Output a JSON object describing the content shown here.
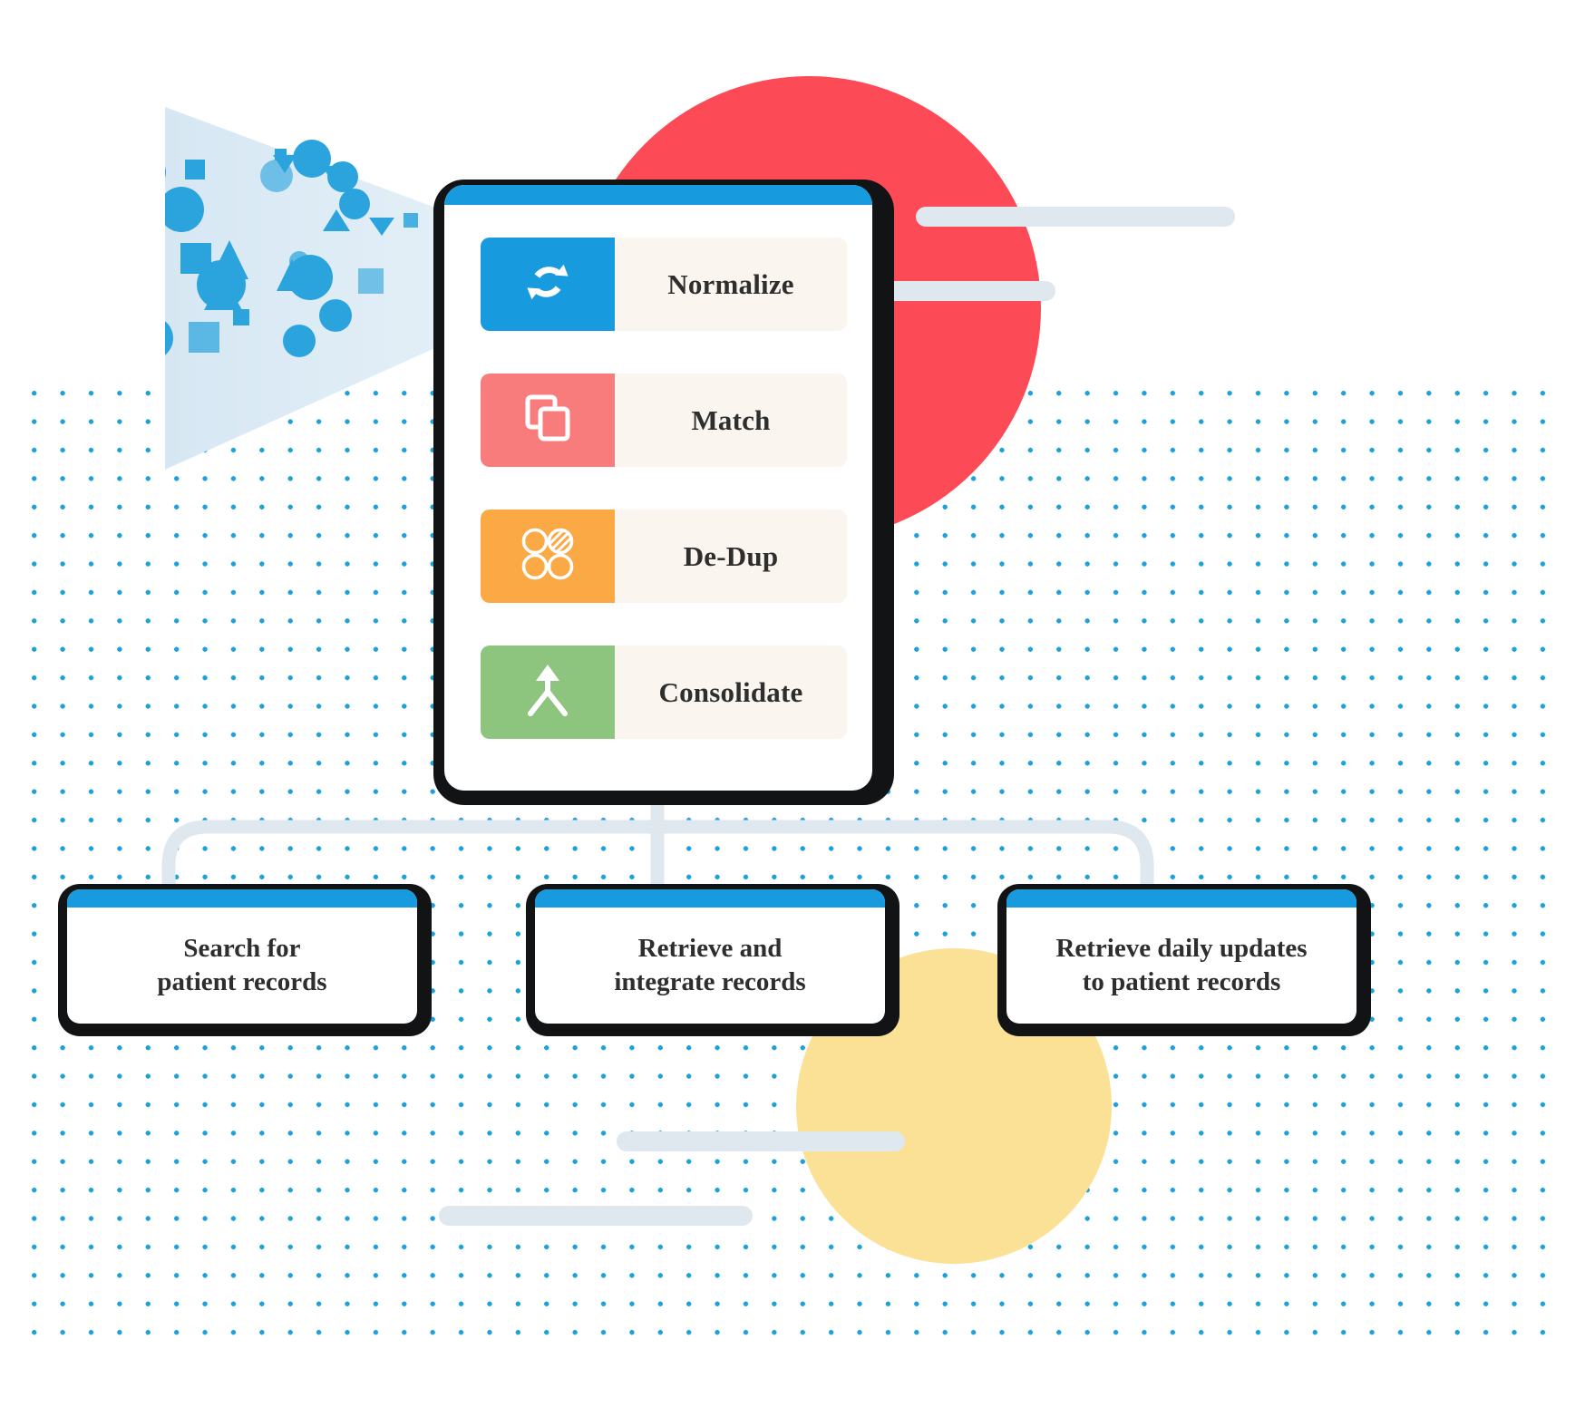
{
  "theme": {
    "accent_blue": "#179BDE",
    "red": "#FC4A56",
    "yellow": "#FBE195",
    "green": "#8DC47E",
    "orange": "#FBA945",
    "pink": "#F87C7C",
    "panel_dark": "#111315",
    "label_bg": "#FAF5EF",
    "line_gray": "#DFE7EF",
    "dot_blue": "#1CA1DB",
    "funnel_fill": "#DCEAF4",
    "text": "#2E2E2E"
  },
  "pipeline": {
    "steps": [
      {
        "label": "Normalize",
        "icon": "sync-refresh-icon",
        "color": "#179BDE"
      },
      {
        "label": "Match",
        "icon": "copy-duplicate-icon",
        "color": "#F87C7C"
      },
      {
        "label": "De-Dup",
        "icon": "four-circles-icon",
        "color": "#FBA945"
      },
      {
        "label": "Consolidate",
        "icon": "merge-arrow-up-icon",
        "color": "#8DC47E"
      }
    ]
  },
  "outcomes": [
    {
      "line1": "Search for",
      "line2": "patient records"
    },
    {
      "line1": "Retrieve and",
      "line2": "integrate records"
    },
    {
      "line1": "Retrieve daily updates",
      "line2": "to patient records"
    }
  ],
  "decor": {
    "funnel": "data-funnel-triangle",
    "bars": [
      "bar-top-right-long",
      "bar-top-right-short",
      "bar-bottom-right",
      "bar-bottom-left"
    ],
    "circles": [
      "red-circle",
      "yellow-circle"
    ],
    "dot_grid": "dot-grid-background"
  }
}
